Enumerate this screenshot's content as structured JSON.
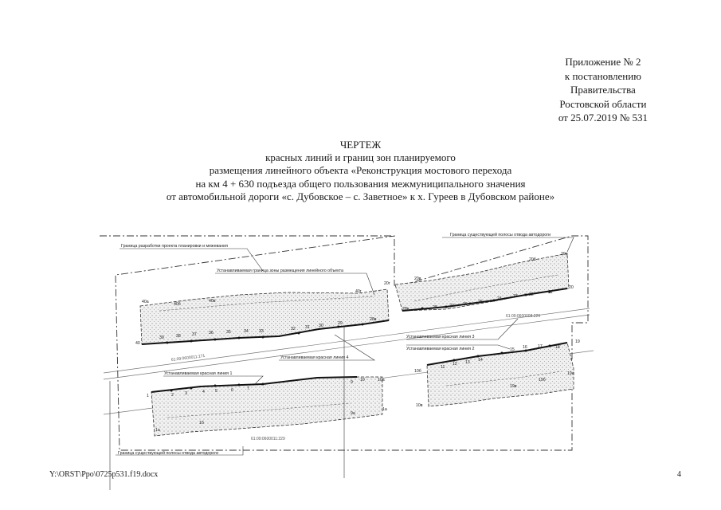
{
  "appendix": {
    "lines": [
      "Приложение № 2",
      "к постановлению",
      "Правительства",
      "Ростовской области",
      "от 25.07.2019 № 531"
    ]
  },
  "title": {
    "heading": "ЧЕРТЕЖ",
    "lines": [
      "красных линий и границ зон планируемого",
      "размещения линейного объекта «Реконструкция мостового перехода",
      "на км 4 + 630 подъезда общего пользования межмуниципального значения",
      "от автомобильной дороги «с. Дубовское – с. Заветное» к х. Гуреев в Дубовском районе»"
    ]
  },
  "drawing": {
    "labels": {
      "planning_boundary": "Граница разработки проекта планировки и межевания",
      "existing_strip_top": "Граница существующей полосы отвода автодороги",
      "existing_strip_bottom": "Граница существующей полосы отвода автодороги",
      "zone_boundary": "Устанавливаемая граница зоны размещения линейного объекта",
      "red_line_1": "Устанавливаемая красная линия 1",
      "red_line_2": "Устанавливаемая красная линия 2",
      "red_line_3": "Устанавливаемая красная линия 3",
      "red_line_4": "Устанавливаемая красная линия 4",
      "cad_1": "61:09:0600011:171",
      "cad_2": "61:09:0600011:229",
      "cad_3": "61:09:0600008:226"
    },
    "points": {
      "p40": "40",
      "p40a": "40а",
      "p40b": "40б",
      "p40v": "40в",
      "p40g": "40г",
      "p39": "39",
      "p38": "38",
      "p37": "37",
      "p36": "36",
      "p35": "35",
      "p34": "34",
      "p33": "33",
      "p32": "32",
      "p31": "31",
      "p30": "30",
      "p29": "29",
      "p28v": "28в",
      "p1": "1",
      "p2": "2",
      "p3": "3",
      "p4": "4",
      "p5": "5",
      "p6": "6",
      "p7": "7",
      "p1a": "1а",
      "p1b": "1б",
      "p9": "9",
      "p10": "10",
      "p10a": "10а",
      "p9a": "9а",
      "p20": "20",
      "p20a": "20а",
      "p20b": "20б",
      "p20v": "20в",
      "p20g": "20г",
      "p21": "21",
      "p22": "22",
      "p23": "23",
      "p24": "24",
      "p25": "25",
      "p26": "26",
      "p27": "27",
      "p28": "28",
      "p11": "11",
      "p12": "12",
      "p13": "13",
      "p14": "14",
      "p15": "15",
      "p16": "16",
      "p17": "17",
      "p18": "18",
      "p19": "19",
      "p10b": "10б",
      "p10v": "10в",
      "p19a": "19а",
      "p19b": "19б",
      "p19v": "19в"
    }
  },
  "footer": {
    "path": "Y:\\ORST\\Ppo\\0725p531.f19.docx",
    "page": "4"
  }
}
